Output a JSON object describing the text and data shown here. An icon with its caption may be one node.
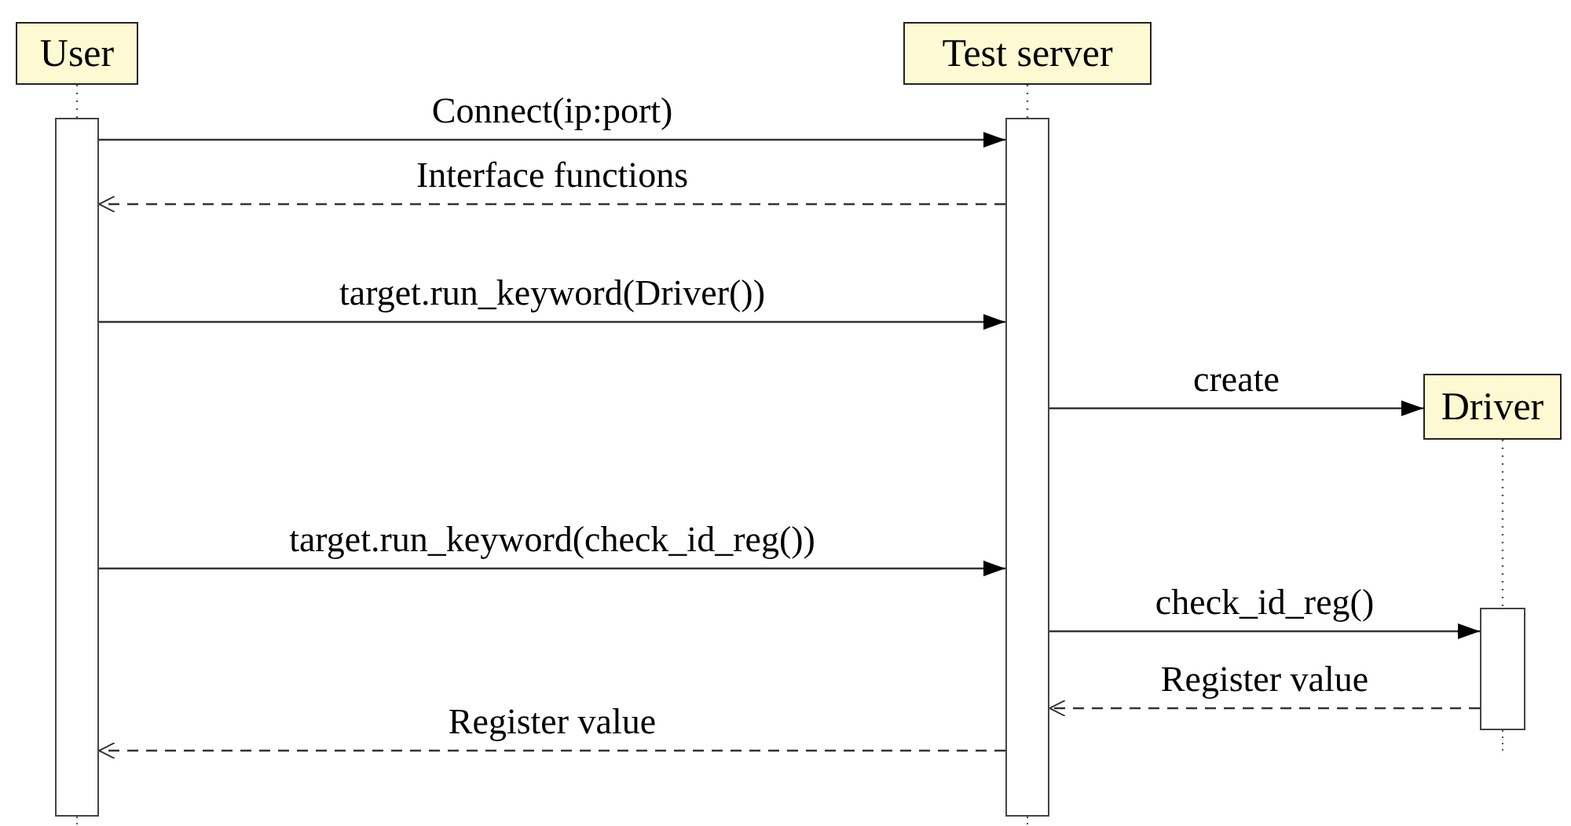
{
  "diagram": {
    "nodes": [
      {
        "text": [
          "User"
        ]
      },
      {
        "text": [
          "Test server"
        ]
      },
      {
        "text": [
          "Driver"
        ]
      },
      {
        "text": [],
        "shape": "bar"
      },
      {
        "text": [],
        "shape": "bar"
      },
      {
        "text": [],
        "shape": "bar"
      }
    ],
    "edges": [
      {
        "from": 3,
        "to": 4,
        "arrow": "to",
        "label": "Connect(ip:port)"
      },
      {
        "from": 4,
        "to": 3,
        "arrow": "to",
        "label": "Interface functions",
        "style": "dashed"
      },
      {
        "from": 3,
        "to": 4,
        "arrow": "to",
        "label": "target.run_keyword(Driver())"
      },
      {
        "from": 4,
        "to": 2,
        "arrow": "to",
        "label": "create"
      },
      {
        "from": 3,
        "to": 4,
        "arrow": "to",
        "label": "target.run_keyword(check_id_reg())"
      },
      {
        "from": 4,
        "to": 5,
        "arrow": "to",
        "label": "check_id_reg()"
      },
      {
        "from": 5,
        "to": 4,
        "arrow": "to",
        "label": "Register value",
        "style": "dashed"
      },
      {
        "from": 4,
        "to": 3,
        "arrow": "to",
        "label": "Register value",
        "style": "dashed"
      },
      {
        "from": 0,
        "to": 3,
        "arrow": "none",
        "style": "dashed"
      },
      {
        "from": 1,
        "to": 4,
        "arrow": "none",
        "style": "dashed"
      },
      {
        "from": 2,
        "to": 5,
        "arrow": "none",
        "style": "dashed"
      }
    ]
  }
}
